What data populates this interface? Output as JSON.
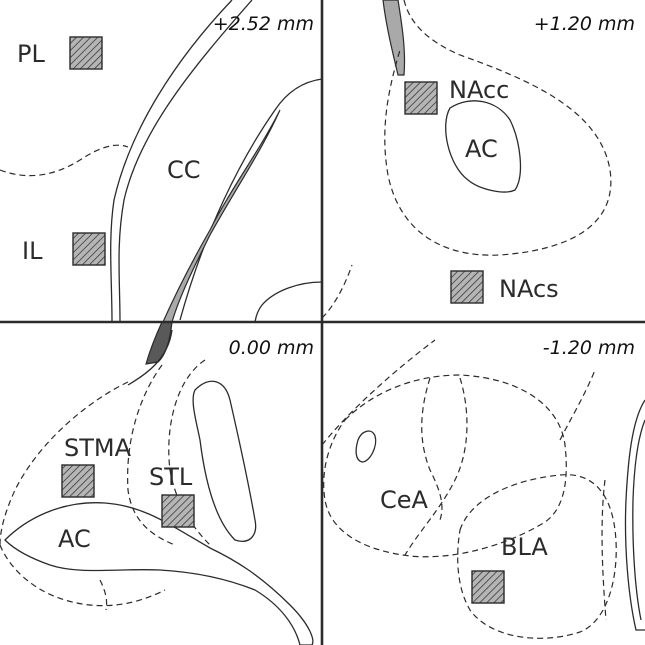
{
  "panels": {
    "top_left": {
      "coordinate": "+2.52 mm",
      "labels": {
        "pl": "PL",
        "il": "IL",
        "cc": "CC"
      }
    },
    "top_right": {
      "coordinate": "+1.20 mm",
      "labels": {
        "nacc": "NAcc",
        "ac": "AC",
        "nacs": "NAcs"
      }
    },
    "bottom_left": {
      "coordinate": "0.00 mm",
      "labels": {
        "stma": "STMA",
        "stl": "STL",
        "ac": "AC"
      }
    },
    "bottom_right": {
      "coordinate": "-1.20 mm",
      "labels": {
        "cea": "CeA",
        "bla": "BLA"
      }
    }
  },
  "colors": {
    "outline": "#2b2b2b",
    "ventricle": "#a9a9a9",
    "ventricle_dark": "#595959",
    "marker_fill": "#b5b5b5"
  }
}
